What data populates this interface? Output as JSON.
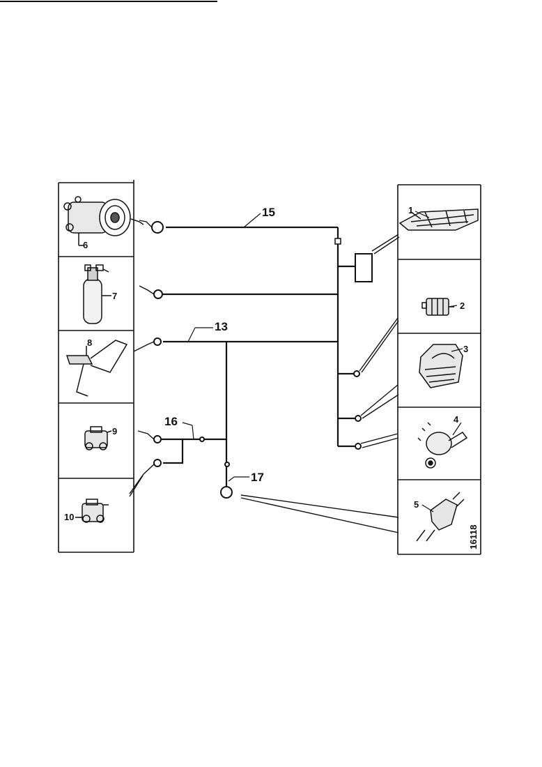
{
  "diagram": {
    "callouts": {
      "c1": "1",
      "c2": "2",
      "c3": "3",
      "c4": "4",
      "c5": "5",
      "c6": "6",
      "c7": "7",
      "c8": "8",
      "c9": "9",
      "c10": "10",
      "c13": "13",
      "c15": "15",
      "c16": "16",
      "c17": "17"
    },
    "reference_code": "16118"
  }
}
